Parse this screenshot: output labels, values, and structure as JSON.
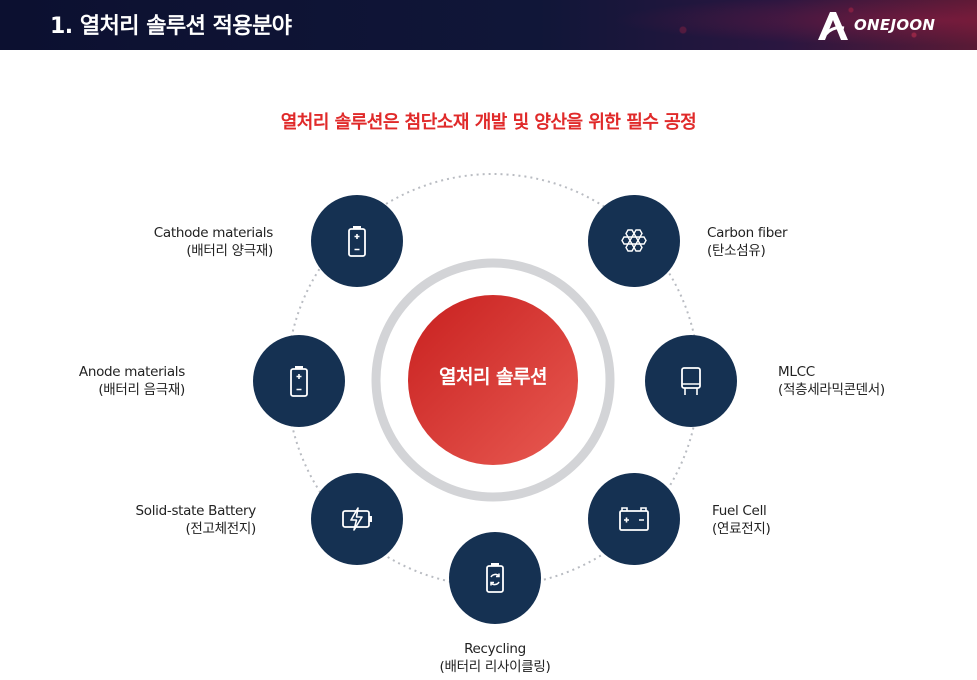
{
  "header": {
    "title": "1. 열처리 솔루션 적용분야",
    "brand": "ONEJOON"
  },
  "subtitle": "열처리 솔루션은 첨단소재 개발 및 양산을 위한 필수 공정",
  "center": {
    "label": "열처리 솔루션"
  },
  "colors": {
    "node": "#153152",
    "accent": "#e02a2a",
    "center_fill": "#d9302e"
  },
  "applications": [
    {
      "name": "Cathode materials",
      "sub": "(배터리 양극재)",
      "icon": "battery-icon"
    },
    {
      "name": "Carbon fiber",
      "sub": "(탄소섬유)",
      "icon": "hexagon-mesh-icon"
    },
    {
      "name": "Anode materials",
      "sub": "(배터리 음극재)",
      "icon": "battery-icon"
    },
    {
      "name": "MLCC",
      "sub": "(적층세라믹콘덴서)",
      "icon": "capacitor-icon"
    },
    {
      "name": "Solid-state Battery",
      "sub": "(전고체전지)",
      "icon": "battery-bolt-icon"
    },
    {
      "name": "Fuel Cell",
      "sub": "(연료전지)",
      "icon": "car-battery-icon"
    },
    {
      "name": "Recycling",
      "sub": "(배터리 리사이클링)",
      "icon": "recycle-battery-icon"
    }
  ]
}
